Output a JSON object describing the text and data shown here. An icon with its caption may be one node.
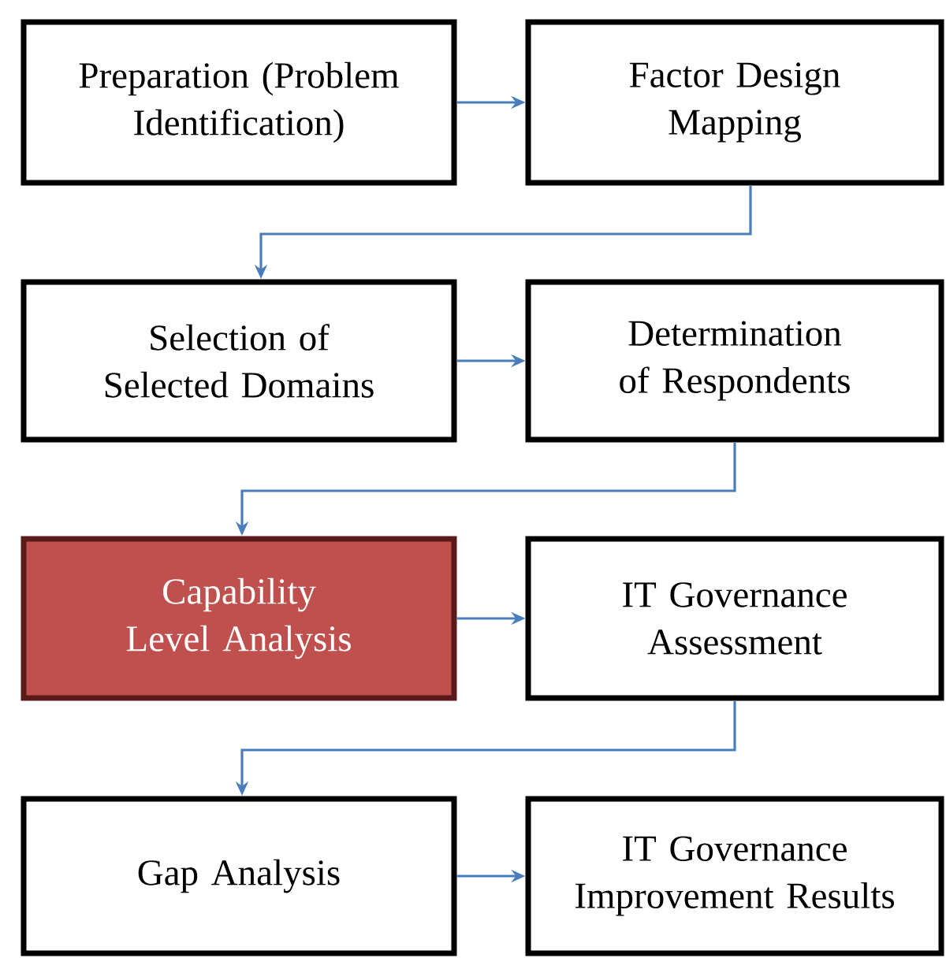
{
  "diagram": {
    "nodes": [
      {
        "text": [
          "Preparation (Problem Identification)"
        ]
      },
      {
        "text": [
          "Factor Design Mapping"
        ]
      },
      {
        "text": [
          "Selection of Selected Domains"
        ]
      },
      {
        "text": [
          "Determination of Respondents"
        ]
      },
      {
        "text": [
          "Capability Level Analysis"
        ]
      },
      {
        "text": [
          "IT Governance Assessment"
        ]
      },
      {
        "text": [
          "Gap Analysis"
        ]
      },
      {
        "text": [
          "IT Governance Improvement Results"
        ]
      }
    ],
    "edges": [
      {
        "from": 0,
        "to": 1,
        "arrow": "to"
      },
      {
        "from": 1,
        "to": 2,
        "arrow": "to"
      },
      {
        "from": 2,
        "to": 3,
        "arrow": "to"
      },
      {
        "from": 3,
        "to": 4,
        "arrow": "to"
      },
      {
        "from": 4,
        "to": 5,
        "arrow": "to"
      },
      {
        "from": 5,
        "to": 6,
        "arrow": "to"
      },
      {
        "from": 6,
        "to": 7,
        "arrow": "to"
      }
    ]
  }
}
